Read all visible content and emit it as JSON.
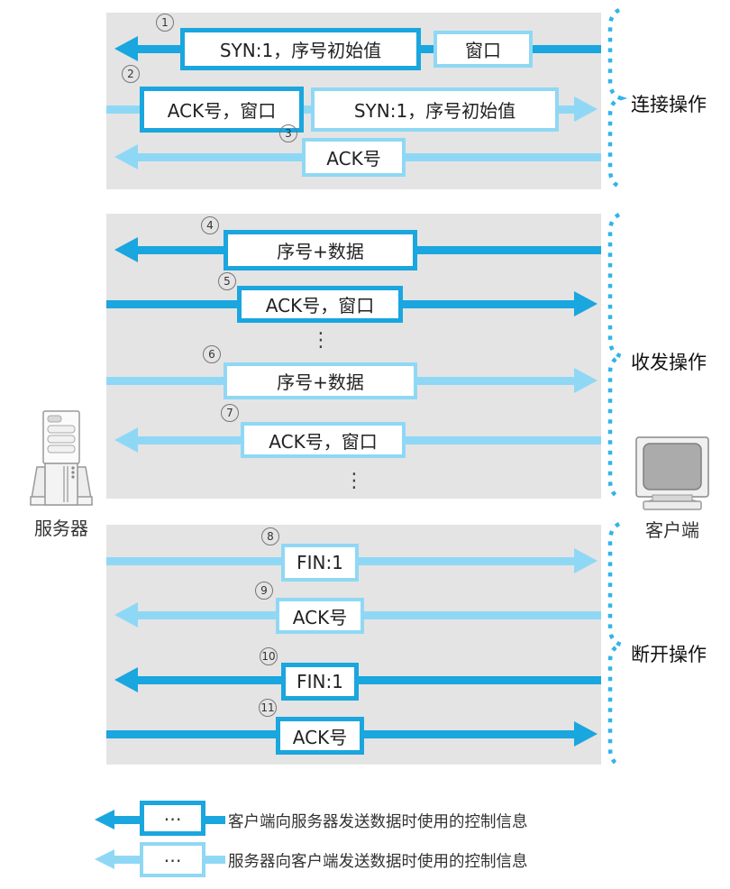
{
  "nodes": {
    "server": {
      "label": "服务器"
    },
    "client": {
      "label": "客户端"
    }
  },
  "colors": {
    "client_control_blue": "#1aa6de",
    "server_control_blue": "#8fd8f5",
    "panel_gray": "#e4e4e4",
    "brace_blue": "#31b4e9"
  },
  "sections": [
    {
      "label": "连接操作",
      "rows": [
        {
          "num": "1",
          "dir": "left",
          "tone": "dark",
          "boxes": [
            {
              "label": "SYN:1，序号初始值",
              "tone": "dark"
            },
            {
              "label": "窗口",
              "tone": "light"
            }
          ]
        },
        {
          "num": "2",
          "dir": "right",
          "tone": "light",
          "boxes": [
            {
              "label": "ACK号，窗口",
              "tone": "dark"
            },
            {
              "label": "SYN:1，序号初始值",
              "tone": "light"
            }
          ]
        },
        {
          "num": "3",
          "dir": "left",
          "tone": "light",
          "boxes": [
            {
              "label": "ACK号",
              "tone": "light"
            }
          ]
        }
      ]
    },
    {
      "label": "收发操作",
      "ellipsis": "⋮",
      "rows": [
        {
          "num": "4",
          "dir": "left",
          "tone": "dark",
          "boxes": [
            {
              "label": "序号+数据",
              "tone": "dark"
            }
          ]
        },
        {
          "num": "5",
          "dir": "right",
          "tone": "dark",
          "boxes": [
            {
              "label": "ACK号，窗口",
              "tone": "dark"
            }
          ]
        },
        {
          "num": "6",
          "dir": "right",
          "tone": "light",
          "boxes": [
            {
              "label": "序号+数据",
              "tone": "light"
            }
          ]
        },
        {
          "num": "7",
          "dir": "left",
          "tone": "light",
          "boxes": [
            {
              "label": "ACK号，窗口",
              "tone": "light"
            }
          ]
        }
      ]
    },
    {
      "label": "断开操作",
      "rows": [
        {
          "num": "8",
          "dir": "right",
          "tone": "light",
          "boxes": [
            {
              "label": "FIN:1",
              "tone": "light"
            }
          ]
        },
        {
          "num": "9",
          "dir": "left",
          "tone": "light",
          "boxes": [
            {
              "label": "ACK号",
              "tone": "light"
            }
          ]
        },
        {
          "num": "10",
          "dir": "left",
          "tone": "dark",
          "boxes": [
            {
              "label": "FIN:1",
              "tone": "dark"
            }
          ]
        },
        {
          "num": "11",
          "dir": "right",
          "tone": "dark",
          "boxes": [
            {
              "label": "ACK号",
              "tone": "dark"
            }
          ]
        }
      ]
    }
  ],
  "legend": {
    "items": [
      {
        "box_text": "⋯",
        "tone": "dark",
        "label": "客户端向服务器发送数据时使用的控制信息"
      },
      {
        "box_text": "⋯",
        "tone": "light",
        "label": "服务器向客户端发送数据时使用的控制信息"
      }
    ]
  }
}
